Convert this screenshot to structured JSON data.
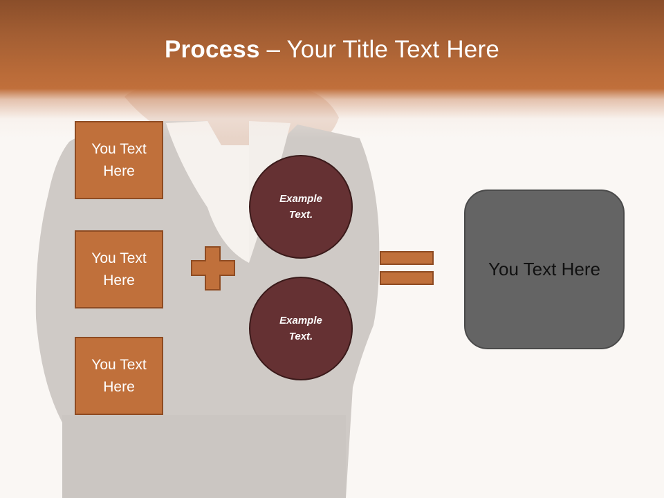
{
  "slide": {
    "title_bold": "Process",
    "title_rest": " – Your Title Text Here",
    "colors": {
      "header_top": "#8a4e2a",
      "header_bottom": "#c06f3b",
      "box_fill": "#c0703b",
      "box_border": "#8e4b22",
      "circle_fill": "#653133",
      "result_fill": "#646464",
      "background": "#faf7f4"
    }
  },
  "input_boxes": [
    {
      "label": "You Text Here"
    },
    {
      "label": "You Text Here"
    },
    {
      "label": "You Text Here"
    }
  ],
  "operators": {
    "plus": "plus-sign",
    "equals": "equals-sign"
  },
  "circles": [
    {
      "label": "Example Text."
    },
    {
      "label": "Example Text."
    }
  ],
  "result_box": {
    "label": "You Text Here"
  }
}
